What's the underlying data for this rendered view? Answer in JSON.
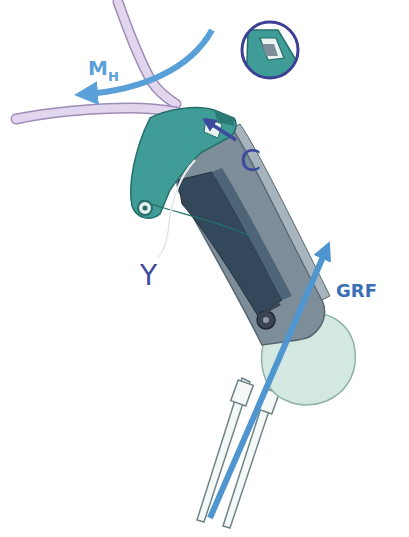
{
  "diagram": {
    "labels": [
      "M",
      "H",
      "C",
      "Y",
      "GRF"
    ]
  }
}
